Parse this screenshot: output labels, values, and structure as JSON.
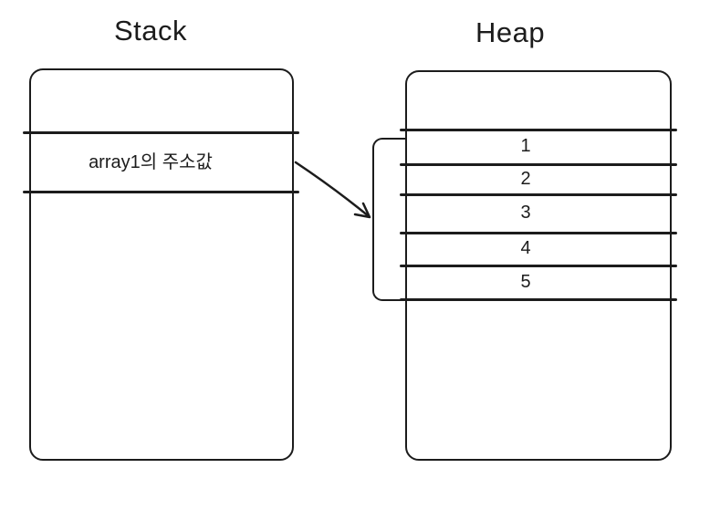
{
  "diagram": {
    "stack": {
      "title": "Stack",
      "pointer_label": "array1의 주소값"
    },
    "heap": {
      "title": "Heap",
      "rows": [
        "1",
        "2",
        "3",
        "4",
        "5"
      ]
    },
    "colors": {
      "line": "#1c1c1c",
      "background": "#ffffff"
    }
  }
}
